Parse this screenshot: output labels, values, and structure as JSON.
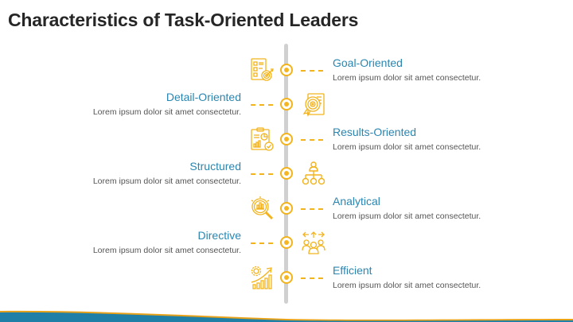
{
  "title": "Characteristics of Task-Oriented Leaders",
  "colors": {
    "accent": "#f2b31d",
    "heading": "#2a86b0",
    "spine": "#d0d0d0",
    "footer_teal": "#1f7fa6",
    "footer_gold": "#e8a21a"
  },
  "items": [
    {
      "side": "right",
      "heading": "Goal-Oriented",
      "description": "Lorem ipsum dolor sit amet consectetur.",
      "icon": "checklist-target-icon"
    },
    {
      "side": "left",
      "heading": "Detail-Oriented",
      "description": "Lorem ipsum dolor sit amet consectetur.",
      "icon": "document-gear-icon"
    },
    {
      "side": "right",
      "heading": "Results-Oriented",
      "description": "Lorem ipsum dolor sit amet consectetur.",
      "icon": "report-chart-check-icon"
    },
    {
      "side": "left",
      "heading": "Structured",
      "description": "Lorem ipsum dolor sit amet consectetur.",
      "icon": "org-chart-icon"
    },
    {
      "side": "right",
      "heading": "Analytical",
      "description": "Lorem ipsum dolor sit amet consectetur.",
      "icon": "magnifier-chart-icon"
    },
    {
      "side": "left",
      "heading": "Directive",
      "description": "Lorem ipsum dolor sit amet consectetur.",
      "icon": "team-direction-icon"
    },
    {
      "side": "right",
      "heading": "Efficient",
      "description": "Lorem ipsum dolor sit amet consectetur.",
      "icon": "gear-growth-icon"
    }
  ]
}
